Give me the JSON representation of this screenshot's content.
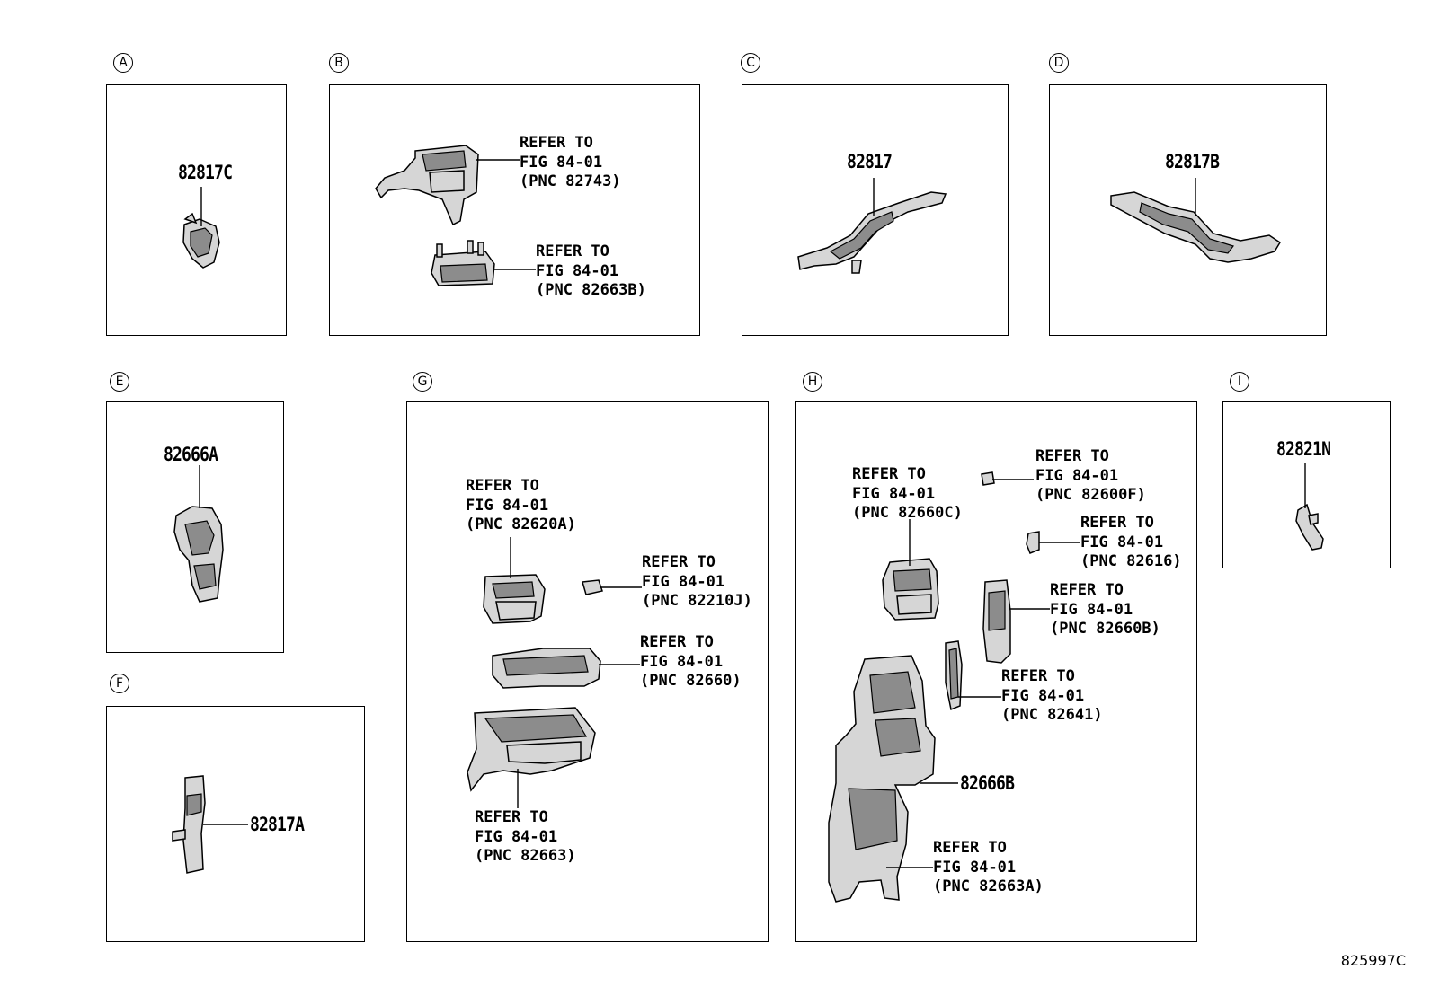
{
  "sections": [
    {
      "key": "a",
      "letter": "A",
      "parts": [
        "82817C"
      ]
    },
    {
      "key": "b",
      "letter": "B",
      "refs": [
        {
          "l1": "REFER TO",
          "l2": "FIG 84-01",
          "l3": "(PNC 82743)"
        },
        {
          "l1": "REFER TO",
          "l2": "FIG 84-01",
          "l3": "(PNC 82663B)"
        }
      ]
    },
    {
      "key": "c",
      "letter": "C",
      "parts": [
        "82817"
      ]
    },
    {
      "key": "d",
      "letter": "D",
      "parts": [
        "82817B"
      ]
    },
    {
      "key": "e",
      "letter": "E",
      "parts": [
        "82666A"
      ]
    },
    {
      "key": "f",
      "letter": "F",
      "parts": [
        "82817A"
      ]
    },
    {
      "key": "g",
      "letter": "G",
      "refs": [
        {
          "l1": "REFER TO",
          "l2": "FIG 84-01",
          "l3": "(PNC 82620A)"
        },
        {
          "l1": "REFER TO",
          "l2": "FIG 84-01",
          "l3": "(PNC 82210J)"
        },
        {
          "l1": "REFER TO",
          "l2": "FIG 84-01",
          "l3": "(PNC 82660)"
        },
        {
          "l1": "REFER TO",
          "l2": "FIG 84-01",
          "l3": "(PNC 82663)"
        }
      ]
    },
    {
      "key": "h",
      "letter": "H",
      "parts": [
        "82666B"
      ],
      "refs": [
        {
          "l1": "REFER TO",
          "l2": "FIG 84-01",
          "l3": "(PNC 82660C)"
        },
        {
          "l1": "REFER TO",
          "l2": "FIG 84-01",
          "l3": "(PNC 82600F)"
        },
        {
          "l1": "REFER TO",
          "l2": "FIG 84-01",
          "l3": "(PNC 82616)"
        },
        {
          "l1": "REFER TO",
          "l2": "FIG 84-01",
          "l3": "(PNC 82660B)"
        },
        {
          "l1": "REFER TO",
          "l2": "FIG 84-01",
          "l3": "(PNC 82641)"
        },
        {
          "l1": "REFER TO",
          "l2": "FIG 84-01",
          "l3": "(PNC 82663A)"
        }
      ]
    },
    {
      "key": "i",
      "letter": "I",
      "parts": [
        "82821N"
      ]
    }
  ],
  "diagram_id": "825997C"
}
